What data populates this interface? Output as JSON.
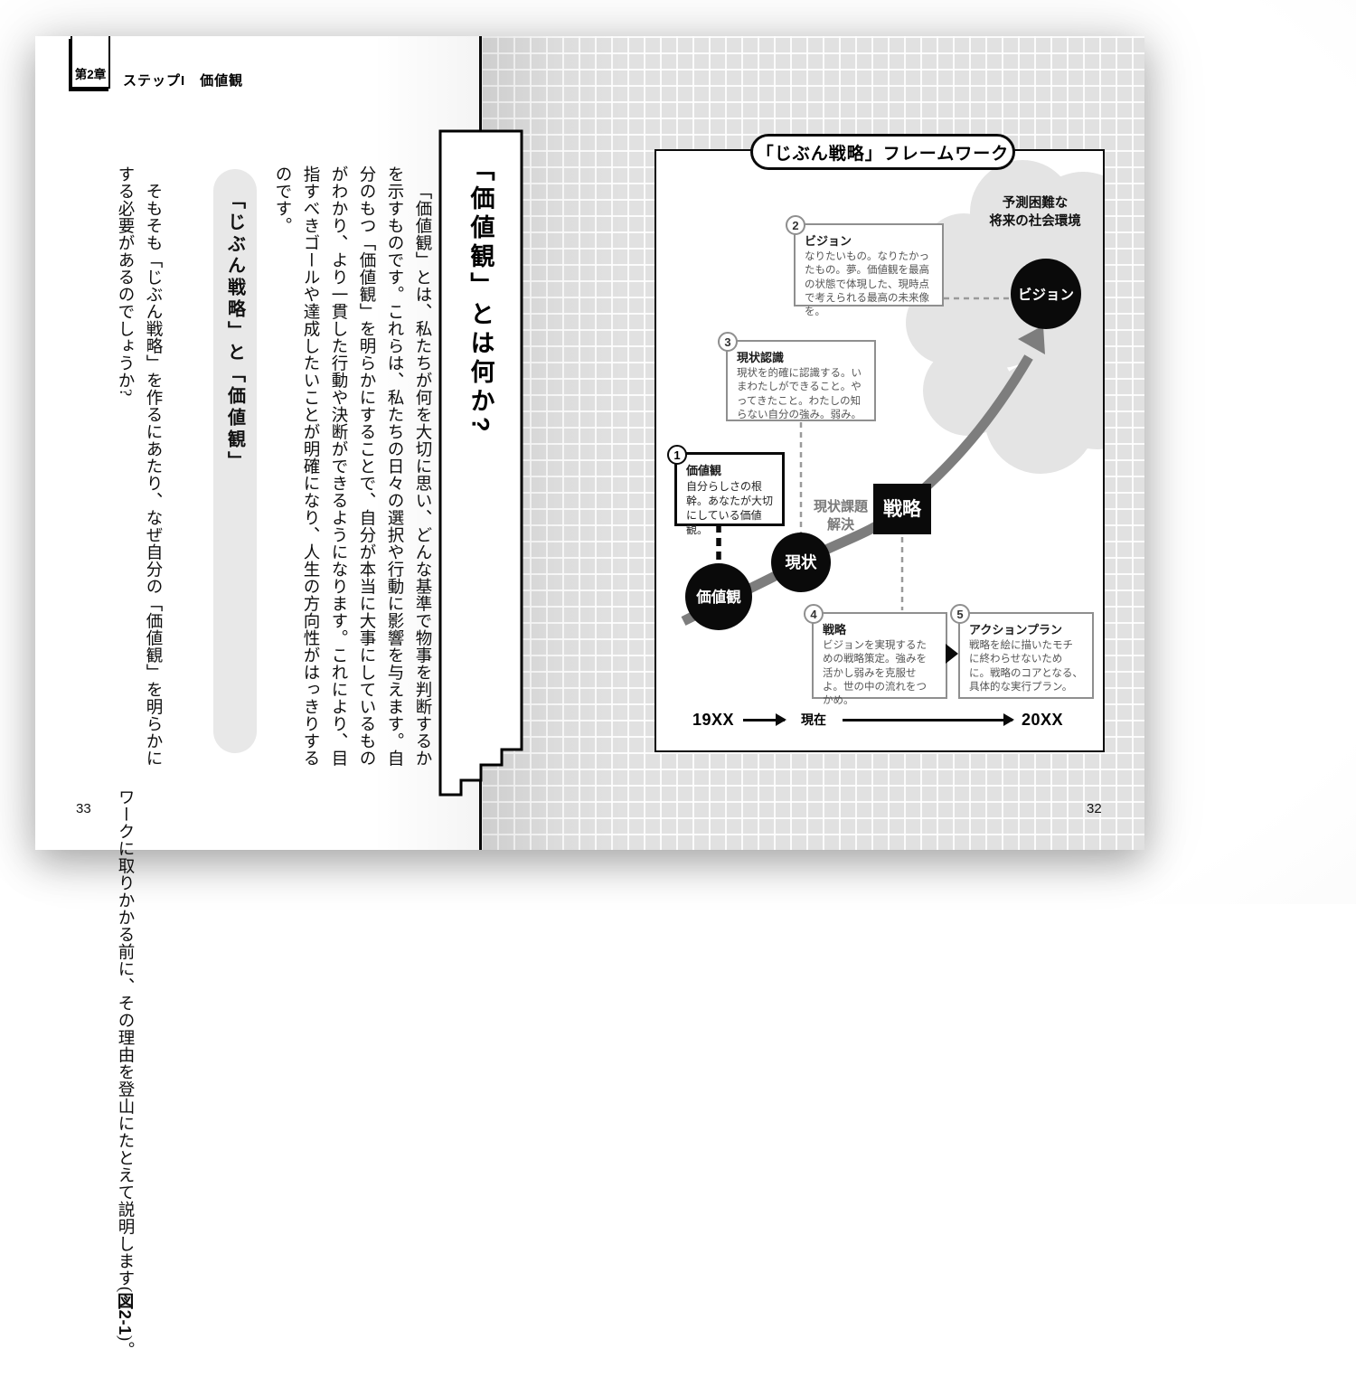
{
  "header": {
    "chapter_tab": "第2章",
    "running_title": "ステップI　価値観"
  },
  "left_page": {
    "page_number": "33",
    "title": "「価値観」とは何か?",
    "paragraph1": "「価値観」とは、私たちが何を大切に思い、どんな基準で物事を判断するかを示すものです。これらは、私たちの日々の選択や行動に影響を与えます。自分のもつ「価値観」を明らかにすることで、自分が本当に大事にしているものがわかり、より一貫した行動や決断ができるようになります。これにより、目指すべきゴールや達成したいことが明確になり、人生の方向性がはっきりするのです。",
    "subheading": "「じぶん戦略」と「価値観」",
    "paragraph2": "そもそも「じぶん戦略」を作るにあたり、なぜ自分の「価値観」を明らかにする必要があるのでしょうか?",
    "paragraph3_pre": "ワークに取りかかる前に、その理由を登山にたとえて説明します(",
    "paragraph3_bold": "図2-1",
    "paragraph3_post": ")。"
  },
  "right_page": {
    "page_number": "32",
    "diagram": {
      "title": "「じぶん戦略」フレームワーク",
      "cloud_line1": "予測困難な",
      "cloud_line2": "将来の社会環境",
      "curve_label_line1": "現状課題",
      "curve_label_line2": "解決",
      "nodes": {
        "values": "価値観",
        "present": "現状",
        "strategy": "戦略",
        "vision": "ビジョン"
      },
      "boxes": [
        {
          "num": "1",
          "title": "価値観",
          "body": "自分らしさの根幹。あなたが大切にしている価値観。"
        },
        {
          "num": "2",
          "title": "ビジョン",
          "body": "なりたいもの。なりたかったもの。夢。価値観を最高の状態で体現した、現時点で考えられる最高の未来像を。"
        },
        {
          "num": "3",
          "title": "現状認識",
          "body": "現状を的確に認識する。いまわたしができること。やってきたこと。わたしの知らない自分の強み。弱み。"
        },
        {
          "num": "4",
          "title": "戦略",
          "body": "ビジョンを実現するための戦略策定。強みを活かし弱みを克服せよ。世の中の流れをつかめ。"
        },
        {
          "num": "5",
          "title": "アクションプラン",
          "body": "戦略を絵に描いたモチに終わらせないために。戦略のコアとなる、具体的な実行プラン。"
        }
      ],
      "timeline": {
        "start": "19XX",
        "present": "現在",
        "end": "20XX"
      }
    },
    "colors": {
      "grid_bg": "#e1e1e1",
      "cloud": "#e4e4e4",
      "curve": "#7d7d7d",
      "node_fill": "#0a0a0a",
      "box_border_gray": "#8f8f8f"
    }
  }
}
